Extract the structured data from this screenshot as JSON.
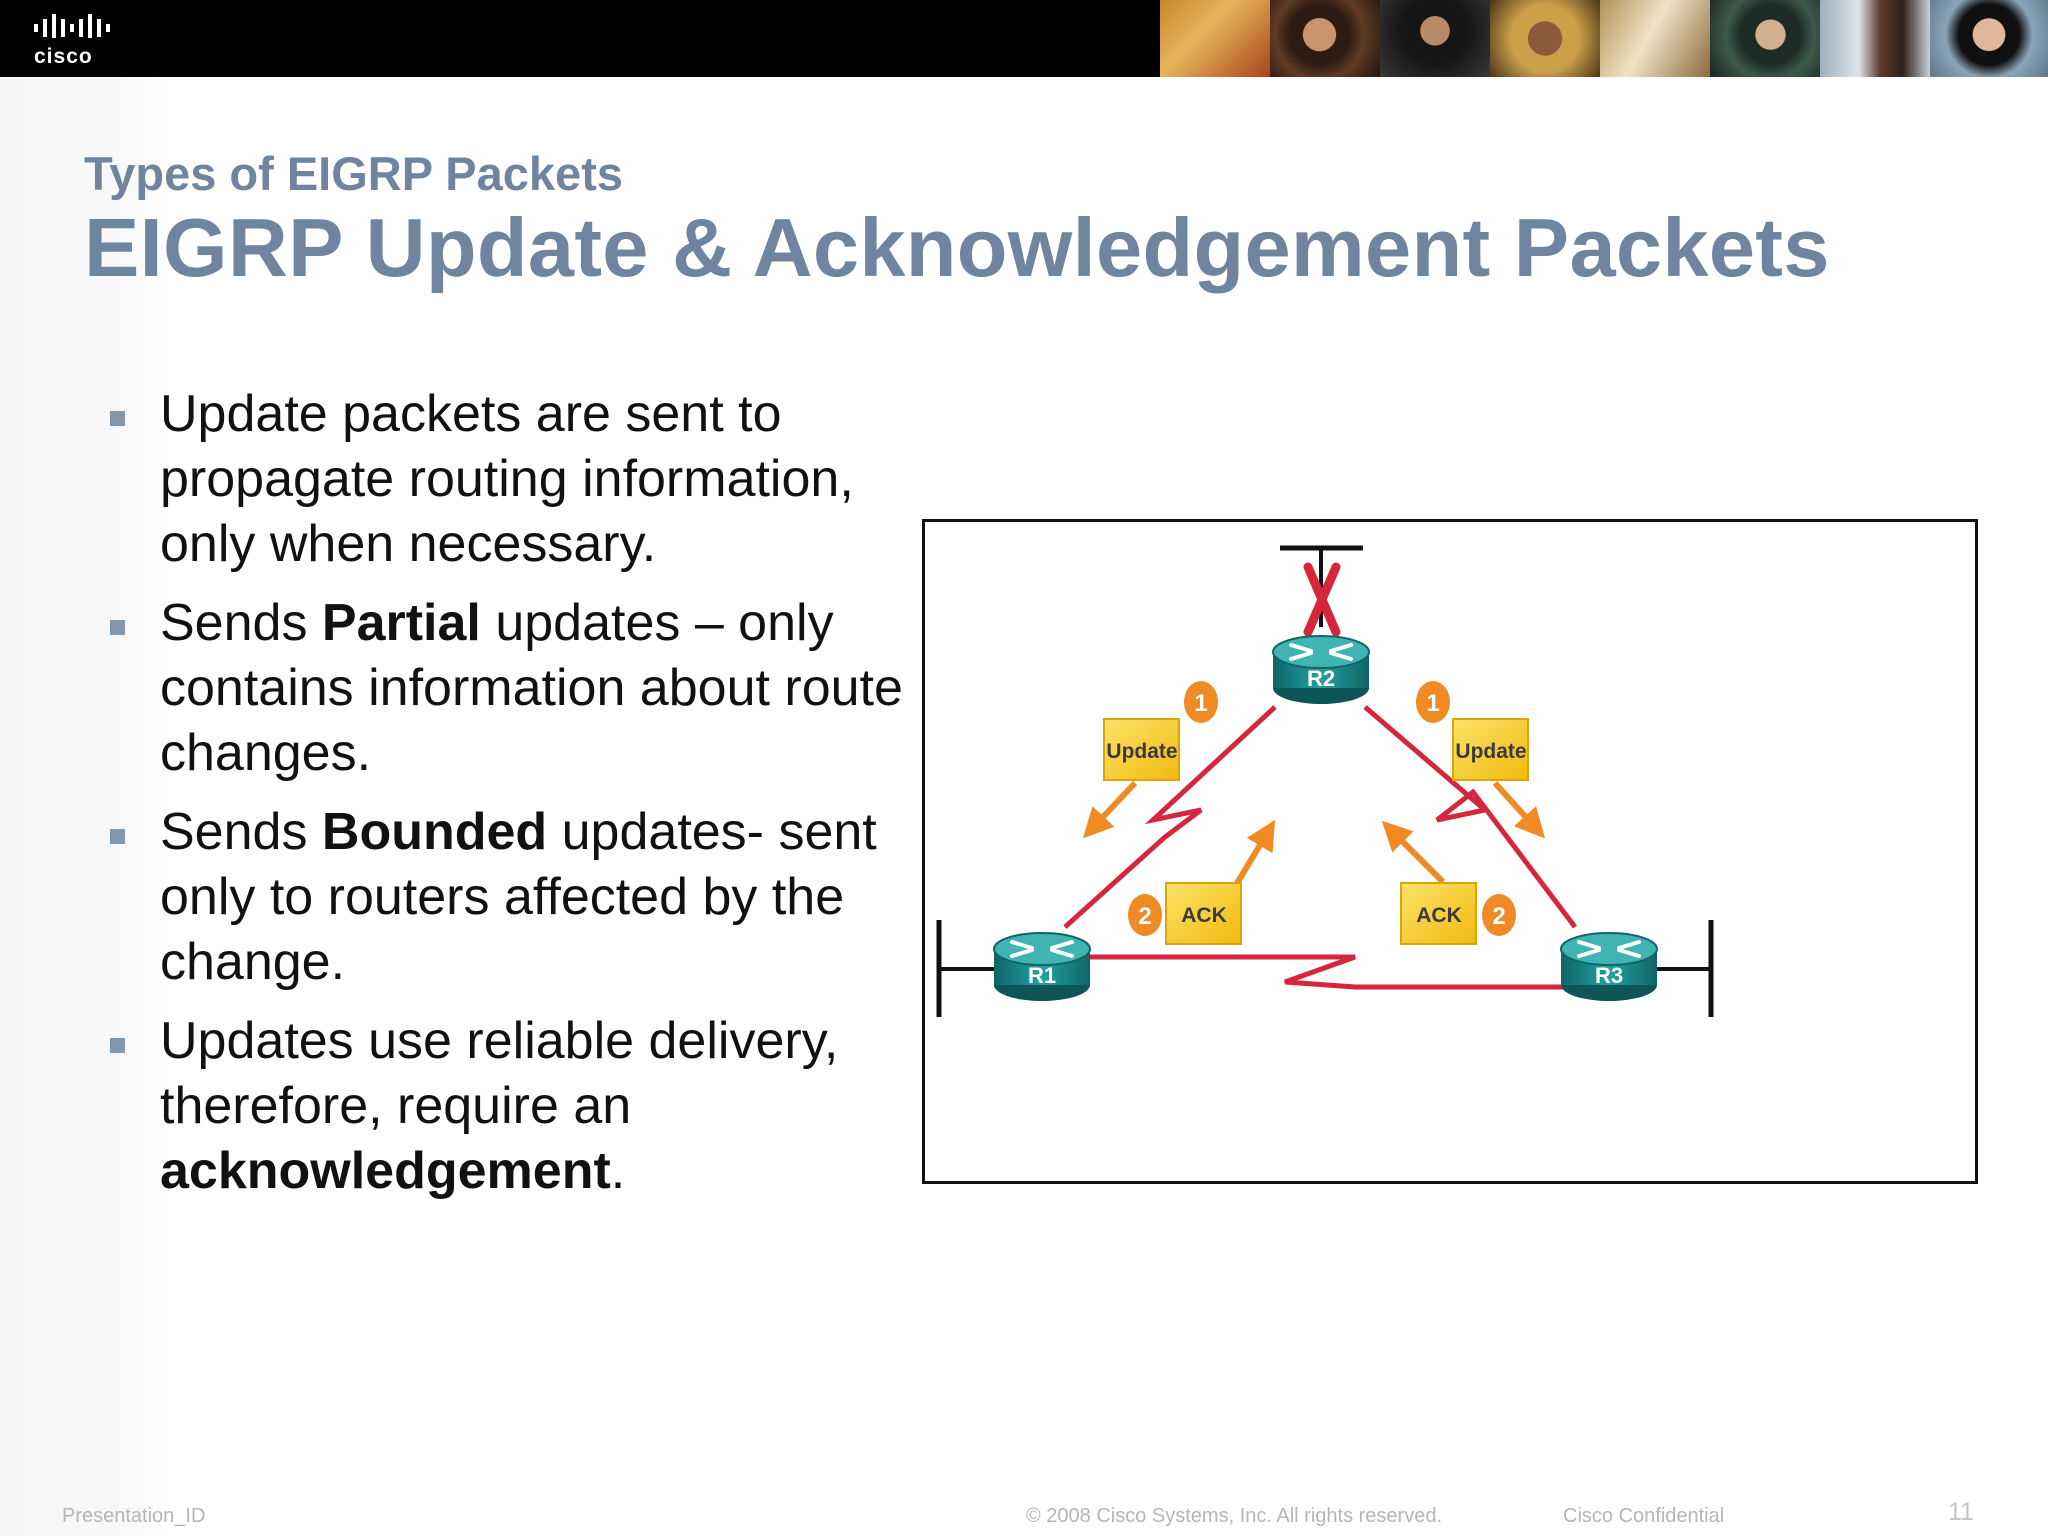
{
  "header": {
    "logo_text": "cisco",
    "photo_count": 8
  },
  "slide": {
    "subtitle": "Types of EIGRP Packets",
    "title": "EIGRP Update & Acknowledgement Packets"
  },
  "bullets": [
    {
      "segments": [
        {
          "text": "Update packets are sent to propagate routing information, only when necessary.",
          "bold": false
        }
      ]
    },
    {
      "segments": [
        {
          "text": "Sends ",
          "bold": false
        },
        {
          "text": "Partial",
          "bold": true
        },
        {
          "text": " updates – only contains information about route changes.",
          "bold": false
        }
      ]
    },
    {
      "segments": [
        {
          "text": "Sends ",
          "bold": false
        },
        {
          "text": "Bounded",
          "bold": true
        },
        {
          "text": " updates- sent only to routers affected by the change.",
          "bold": false
        }
      ]
    },
    {
      "segments": [
        {
          "text": "Updates use reliable delivery, therefore, require an ",
          "bold": false
        },
        {
          "text": "acknowledgement",
          "bold": true
        },
        {
          "text": ".",
          "bold": false
        }
      ]
    }
  ],
  "diagram": {
    "routers": {
      "r1": "R1",
      "r2": "R2",
      "r3": "R3"
    },
    "packets": {
      "update_left": "Update",
      "update_right": "Update",
      "ack_left": "ACK",
      "ack_right": "ACK"
    },
    "steps": {
      "update_left": "1",
      "update_right": "1",
      "ack_left": "2",
      "ack_right": "2"
    },
    "colors": {
      "link": "#d6263c",
      "router": "#1b8a8c",
      "packet": "#f7cf1b",
      "arrow": "#f08a24",
      "step_badge": "#f08a24",
      "failure_mark": "#d6263c"
    }
  },
  "footer": {
    "presentation_id": "Presentation_ID",
    "copyright": "© 2008 Cisco Systems, Inc. All rights reserved.",
    "confidential": "Cisco Confidential",
    "page_number": "11"
  }
}
